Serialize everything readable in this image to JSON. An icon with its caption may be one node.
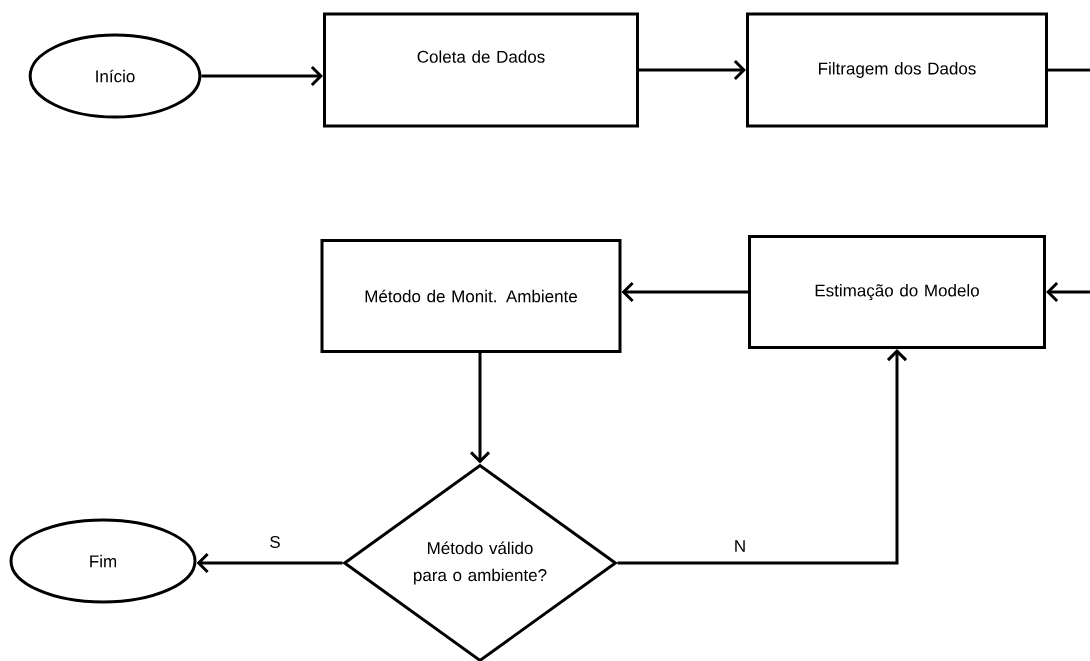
{
  "diagram": {
    "nodes": [
      {
        "text": [
          "Início"
        ]
      },
      {
        "text": [
          "Coleta de Dados"
        ]
      },
      {
        "text": [
          "Filtragem dos Dados"
        ]
      },
      {
        "text": [
          "Estimação do Modelo"
        ]
      },
      {
        "text": [
          "Método de Monit. Ambiente"
        ]
      },
      {
        "text": [
          "Método válido para o ambiente?"
        ]
      },
      {
        "text": [
          "Fim"
        ]
      }
    ],
    "edges": [
      {
        "from": 0,
        "to": 1,
        "arrow": "to"
      },
      {
        "from": 1,
        "to": 2,
        "arrow": "to"
      },
      {
        "from": 2,
        "to": null,
        "arrow": "none"
      },
      {
        "from": null,
        "to": 3,
        "arrow": "to"
      },
      {
        "from": 3,
        "to": 4,
        "arrow": "to"
      },
      {
        "from": 4,
        "to": 5,
        "arrow": "to"
      },
      {
        "from": 5,
        "to": 6,
        "arrow": "to",
        "label": "S"
      },
      {
        "from": 5,
        "to": 3,
        "arrow": "to",
        "label": "N"
      }
    ]
  }
}
